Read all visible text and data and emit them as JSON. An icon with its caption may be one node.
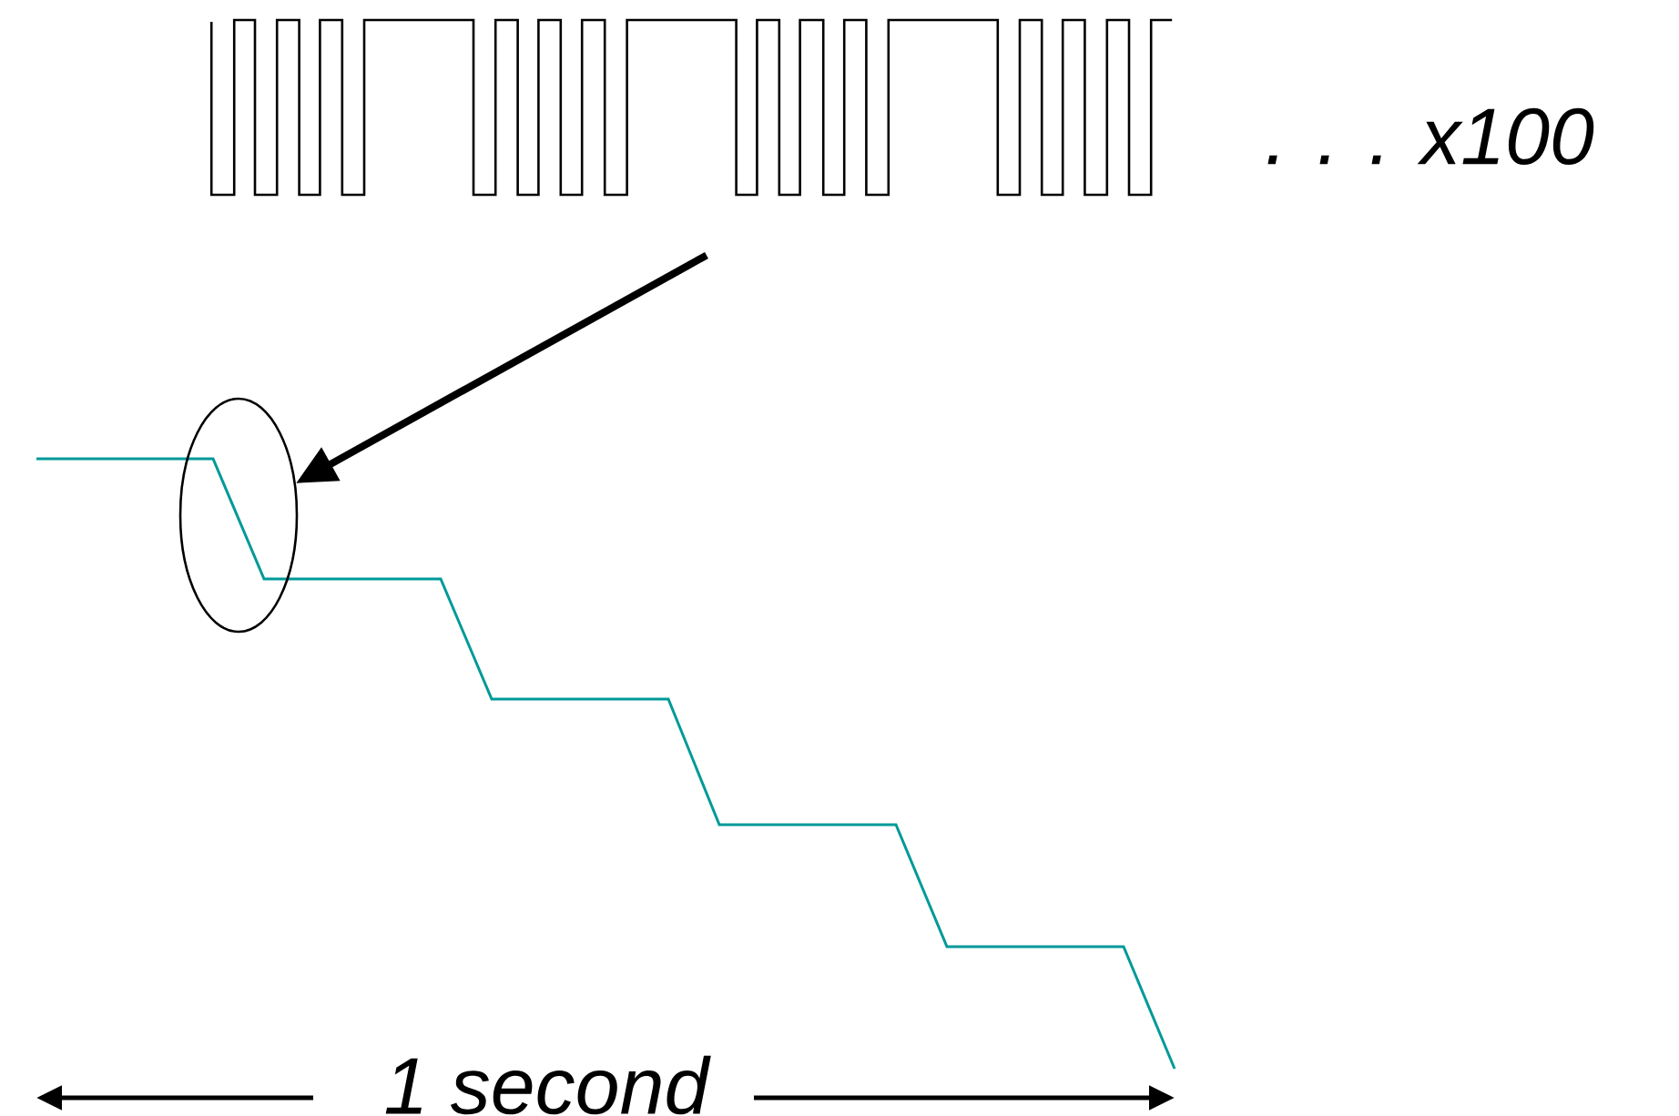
{
  "diagram": {
    "nodes": [
      {
        "text": [],
        "shape": "waveform"
      },
      {
        "text": [],
        "shape": "ellipse"
      }
    ],
    "edges": [
      {
        "from": 0,
        "to": 1,
        "arrow": "to"
      }
    ],
    "labels": [
      ". . . x100",
      "1 second"
    ]
  }
}
